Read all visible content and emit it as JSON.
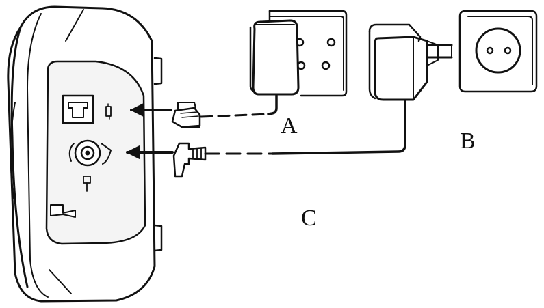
{
  "labels": {
    "a": "A",
    "b": "B",
    "c": "C"
  },
  "colors": {
    "line": "#111111",
    "fill": "#ffffff",
    "panel": "#f4f4f4"
  },
  "components": {
    "device": "telephone-base-unit",
    "plug_a": "telephone-line-plug",
    "plug_b": "power-adapter",
    "socket_a": "telephone-wall-socket",
    "socket_b": "power-wall-socket"
  }
}
